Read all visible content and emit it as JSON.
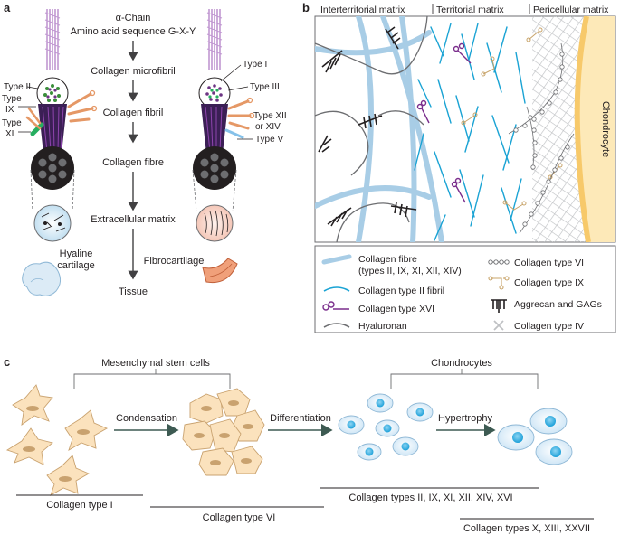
{
  "panel_a": {
    "letter": "a",
    "alpha_chain": "α-Chain",
    "amino_acid": "Amino acid sequence G-X-Y",
    "microfibril": "Collagen microfibril",
    "fibril": "Collagen fibril",
    "fibre": "Collagen fibre",
    "ecm": "Extracellular matrix",
    "tissue": "Tissue",
    "hyaline_1": "Hyaline",
    "hyaline_2": "cartilage",
    "fibrocartilage": "Fibrocartilage",
    "left_types": [
      "Type II",
      "Type",
      "IX",
      "Type",
      "XI"
    ],
    "right_types": [
      "Type I",
      "Type III",
      "Type XII",
      "or XIV",
      "Type V"
    ]
  },
  "panel_b": {
    "letter": "b",
    "zone_interterritorial": "Interterritorial matrix",
    "zone_territorial": "Territorial matrix",
    "zone_pericellular": "Pericellular matrix",
    "chondrocyte": "Chondrocyte",
    "legend": {
      "fibre_1": "Collagen fibre",
      "fibre_2": "(types II, IX, XI, XII, XIV)",
      "type2_fibril": "Collagen type II fibril",
      "type16": "Collagen type XVI",
      "hyaluronan": "Hyaluronan",
      "type6": "Collagen type VI",
      "type9": "Collagen type IX",
      "aggrecan": "Aggrecan and GAGs",
      "type4": "Collagen type IV"
    },
    "colors": {
      "fibre": "#a8cde6",
      "fibril": "#1aa3d4",
      "type16": "#7a2d8c",
      "hyaluronan": "#6d6e71",
      "type9": "#c8a46a",
      "chondrocyte": "#f7c96a"
    }
  },
  "panel_c": {
    "letter": "c",
    "msc": "Mesenchymal stem cells",
    "chondrocytes": "Chondrocytes",
    "condensation": "Condensation",
    "differentiation": "Differentiation",
    "hypertrophy": "Hypertrophy",
    "col1": "Collagen type I",
    "col6": "Collagen type VI",
    "col_main": "Collagen types II, IX, XI, XII, XIV, XVI",
    "col_hyp": "Collagen types X, XIII, XXVII"
  }
}
